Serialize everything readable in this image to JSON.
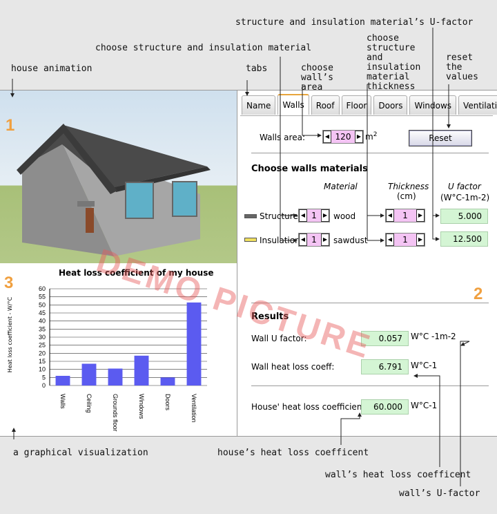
{
  "annotations": {
    "house_animation": "house animation",
    "choose_structure": "choose structure and insulation material",
    "u_factor": "structure and insulation material’s U-factor",
    "tabs": "tabs",
    "choose_wall_area": "choose wall’s area",
    "choose_thickness": "choose structure and insulation material thickness",
    "reset_values": "reset the values",
    "graphical_viz": "a graphical visualization",
    "house_heat_loss": "house’s heat loss coefficent",
    "wall_heat_loss": "wall’s heat loss coefficent",
    "wall_u_factor": "wall’s U-factor"
  },
  "section_numbers": [
    "1",
    "2",
    "3"
  ],
  "watermark": "DEMO PICTURE",
  "tabs": [
    "Name",
    "Walls",
    "Roof",
    "Floor",
    "Doors",
    "Windows",
    "Ventilation"
  ],
  "active_tab": "Walls",
  "walls": {
    "area_label": "Walls area:",
    "area_value": "120",
    "area_unit": "m",
    "area_unit_sup": "2",
    "reset_label": "Reset",
    "materials_heading": "Choose walls materials",
    "col_material": "Material",
    "col_thickness": "Thickness",
    "col_thickness_unit": "(cm)",
    "col_ufactor": "U factor",
    "col_ufactor_unit": "(W°C-1m-2)",
    "structure_label": "Structure",
    "structure_material_idx": "1",
    "structure_material": "wood",
    "structure_thickness": "1",
    "structure_u": "5.000",
    "insulation_label": "Insulation",
    "insulation_material_idx": "1",
    "insulation_material": "sawdust",
    "insulation_thickness": "1",
    "insulation_u": "12.500"
  },
  "results": {
    "heading": "Results",
    "wall_u_label": "Wall U factor:",
    "wall_u_value": "0.057",
    "wall_u_unit": "W°C -1m-2",
    "wall_hl_label": "Wall heat loss coeff:",
    "wall_hl_value": "6.791",
    "wall_hl_unit": "W°C-1",
    "house_hl_label": "House' heat loss coefficient:",
    "house_hl_value": "60.000",
    "house_hl_unit": "W°C-1"
  },
  "colors": {
    "accent": "#f0a040",
    "bar": "#5b5bf0",
    "spin_bg": "#f4c4f4",
    "result_bg": "#d4f5d4"
  },
  "chart_data": {
    "type": "bar",
    "title": "Heat loss coefficient of my house",
    "ylabel": "Heat loss coefficient - W/°C",
    "categories": [
      "Walls",
      "Ceiling",
      "Grounds floor",
      "Windows",
      "Doors",
      "Ventilation"
    ],
    "values": [
      6,
      13.5,
      10.5,
      18.5,
      5,
      51.5
    ],
    "ylim": [
      0,
      60
    ],
    "yticks": [
      "0",
      "5",
      "10",
      "15",
      "20",
      "25",
      "30",
      "35",
      "40",
      "45",
      "50",
      "55",
      "60"
    ],
    "grid": true
  }
}
